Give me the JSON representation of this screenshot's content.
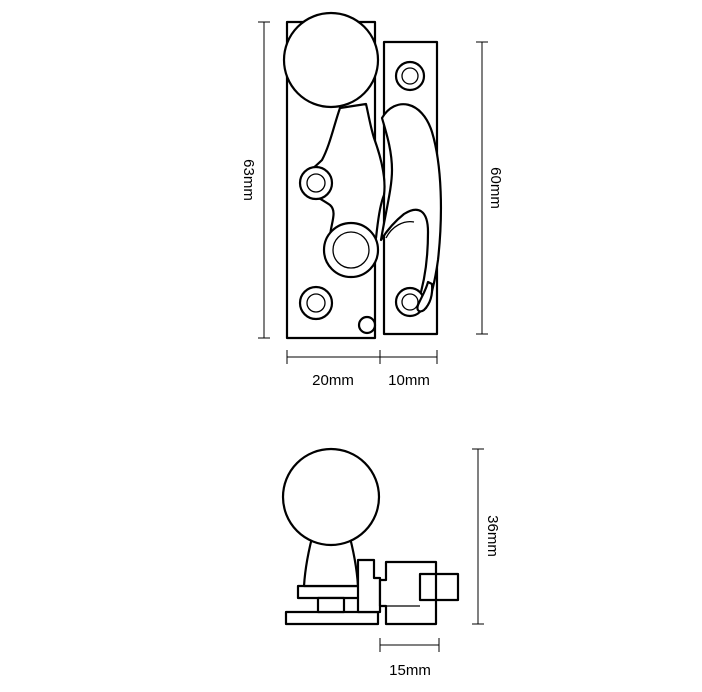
{
  "dimensions": {
    "top_height": "63mm",
    "keeper_height": "60mm",
    "body_width": "20mm",
    "keeper_width": "10mm",
    "side_height": "36mm",
    "side_projection": "15mm"
  },
  "colors": {
    "line": "#000000",
    "background": "#ffffff"
  }
}
